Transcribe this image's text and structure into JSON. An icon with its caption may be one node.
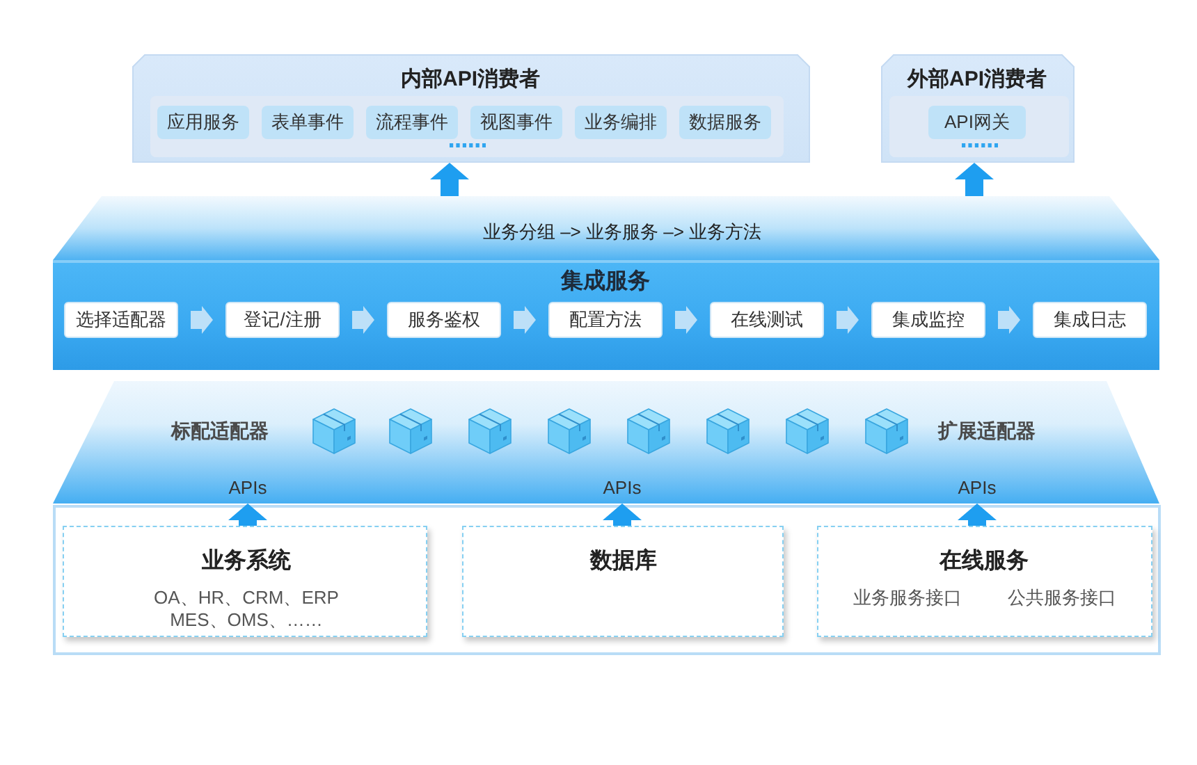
{
  "diagram": {
    "nodes": [
      {
        "text": [
          "内部API消费者"
        ]
      },
      {
        "text": [
          "应用服务"
        ],
        "in": 0
      },
      {
        "text": [
          "表单事件"
        ],
        "in": 0
      },
      {
        "text": [
          "流程事件"
        ],
        "in": 0
      },
      {
        "text": [
          "视图事件"
        ],
        "in": 0
      },
      {
        "text": [
          "业务编排"
        ],
        "in": 0
      },
      {
        "text": [
          "数据服务"
        ],
        "in": 0
      },
      {
        "text": [
          "外部API消费者"
        ]
      },
      {
        "text": [
          "API网关"
        ],
        "in": 7
      },
      {
        "text": [
          "业务分组 –> 业务服务 –> 业务方法"
        ]
      },
      {
        "text": [
          "集成服务"
        ]
      },
      {
        "text": [
          "选择适配器"
        ],
        "in": 10
      },
      {
        "text": [
          "登记/注册"
        ],
        "in": 10
      },
      {
        "text": [
          "服务鉴权"
        ],
        "in": 10
      },
      {
        "text": [
          "配置方法"
        ],
        "in": 10
      },
      {
        "text": [
          "在线测试"
        ],
        "in": 10
      },
      {
        "text": [
          "集成监控"
        ],
        "in": 10
      },
      {
        "text": [
          "集成日志"
        ],
        "in": 10
      },
      {
        "text": [
          "标配适配器",
          "扩展适配器"
        ]
      },
      {
        "text": [],
        "shape": "box"
      },
      {
        "text": [
          "业务系统",
          "OA、HR、CRM、ERP MES、OMS、……"
        ],
        "in": 19
      },
      {
        "text": [
          "数据库"
        ],
        "in": 19
      },
      {
        "text": [
          "在线服务",
          "业务服务接口",
          "公共服务接口"
        ],
        "in": 19
      }
    ],
    "edges": [
      {
        "from": 9,
        "to": 0,
        "arrow": "to",
        "color": "#1e9ef0"
      },
      {
        "from": 9,
        "to": 7,
        "arrow": "to",
        "color": "#1e9ef0"
      },
      {
        "from": 11,
        "to": 12,
        "arrow": "to"
      },
      {
        "from": 12,
        "to": 13,
        "arrow": "to"
      },
      {
        "from": 13,
        "to": 14,
        "arrow": "to"
      },
      {
        "from": 14,
        "to": 15,
        "arrow": "to"
      },
      {
        "from": 15,
        "to": 16,
        "arrow": "to"
      },
      {
        "from": 16,
        "to": 17,
        "arrow": "to"
      },
      {
        "from": 20,
        "to": 18,
        "arrow": "to",
        "label": "APIs",
        "color": "#1e9ef0"
      },
      {
        "from": 21,
        "to": 18,
        "arrow": "to",
        "label": "APIs",
        "color": "#1e9ef0"
      },
      {
        "from": 22,
        "to": 18,
        "arrow": "to",
        "label": "APIs",
        "color": "#1e9ef0"
      }
    ]
  }
}
